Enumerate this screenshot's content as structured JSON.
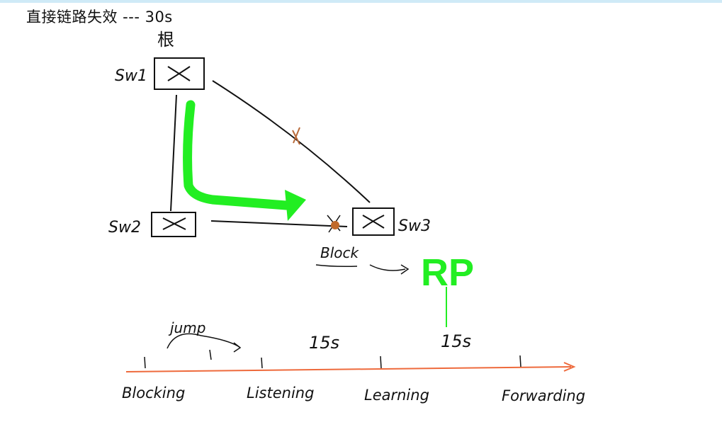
{
  "title": "直接链路失效 --- 30s",
  "nodes": {
    "root_label": "根",
    "sw1": "Sw1",
    "sw2": "Sw2",
    "sw3": "Sw3"
  },
  "annotations": {
    "block": "Block",
    "rp": "RP",
    "jump": "jump",
    "timer_1": "15s",
    "timer_2": "15s"
  },
  "timeline": {
    "states": [
      "Blocking",
      "Listening",
      "Learning",
      "Forwarding"
    ]
  },
  "colors": {
    "ink": "#111111",
    "highlight_green": "#22ee22",
    "timeline_orange": "#ee6a3c",
    "failure_mark": "#b86a3a",
    "top_bar": "#cfeaf7"
  }
}
